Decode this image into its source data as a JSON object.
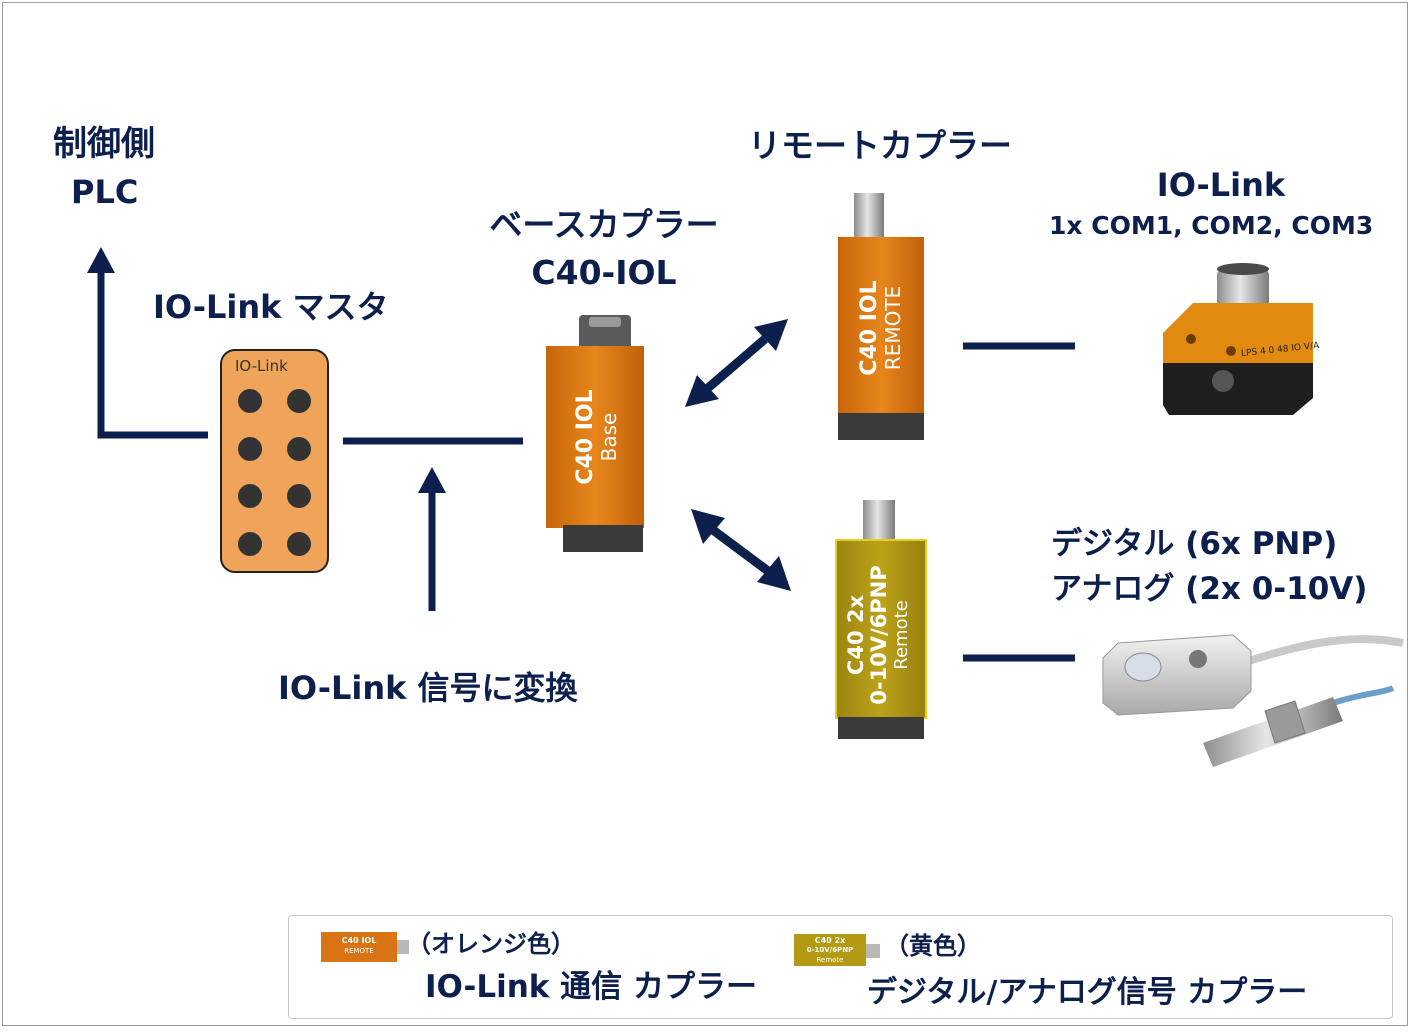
{
  "labels": {
    "control_side": "制御側",
    "plc": "PLC",
    "master_title": "IO-Link マスタ",
    "master_badge": "IO-Link",
    "base_title_line1": "ベースカプラー",
    "base_title_line2": "C40-IOL",
    "remote_title": "リモートカプラー",
    "iolink_title": "IO-Link",
    "iolink_com": "1x COM1, COM2, COM3",
    "digital_line": "デジタル (6x PNP)",
    "analog_line": "アナログ (2x 0-10V)",
    "convert_label": "IO-Link 信号に変換"
  },
  "couplers": {
    "base": {
      "line1": "C40 IOL",
      "line2": "Base"
    },
    "remote_orange": {
      "line1": "C40 IOL",
      "line2": "REMOTE"
    },
    "remote_yellow": {
      "line1": "C40 2x",
      "line2": "0-10V/6PNP",
      "line3": "Remote"
    }
  },
  "device": {
    "lps_label": "LPS 4 0 48 IO V/A"
  },
  "legend": {
    "orange_mini_line1": "C40 IOL",
    "orange_mini_line2": "REMOTE",
    "orange_color_note": "（オレンジ色）",
    "orange_description": "IO-Link 通信 カプラー",
    "yellow_mini_line1": "C40 2x",
    "yellow_mini_line2": "0-10V/6PNP",
    "yellow_mini_line3": "Remote",
    "yellow_color_note": "（黄色）",
    "yellow_description": "デジタル/アナログ信号 カプラー"
  },
  "colors": {
    "navy": "#0d1f4c",
    "orange": "#e07a10",
    "yellow": "#b59a10",
    "dark_cap": "#3a3a3a"
  }
}
